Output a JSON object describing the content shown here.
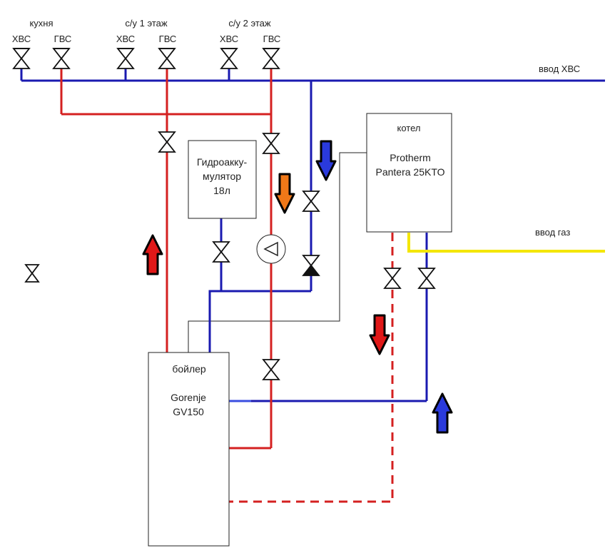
{
  "colors": {
    "cold_water": "#1a1ab0",
    "hot_water": "#d42020",
    "gas": "#f4e600",
    "control": "#222222",
    "flow_arrow_hot": "#e01818",
    "flow_arrow_cold": "#2a3adc",
    "flow_arrow_pump": "#f07818"
  },
  "consumer_groups": [
    {
      "title": "кухня",
      "cold_label": "ХВС",
      "hot_label": "ГВС"
    },
    {
      "title": "с/у 1 этаж",
      "cold_label": "ХВС",
      "hot_label": "ГВС"
    },
    {
      "title": "с/у 2 этаж",
      "cold_label": "ХВС",
      "hot_label": "ГВС"
    }
  ],
  "inlet_cold_label": "ввод ХВС",
  "inlet_gas_label": "ввод газ",
  "boiler_gas": {
    "title": "котел",
    "model_line1": "Protherm",
    "model_line2": "Pantera 25KTO"
  },
  "accumulator": {
    "line1": "Гидроакку-",
    "line2": "мулятор",
    "line3": "18л"
  },
  "water_heater": {
    "title": "бойлер",
    "model_line1": "Gorenje",
    "model_line2": "GV150"
  },
  "pump_icon": "circulation-pump-icon",
  "valve_icon": "gate-valve-icon",
  "check_valve_icon": "check-valve-icon"
}
